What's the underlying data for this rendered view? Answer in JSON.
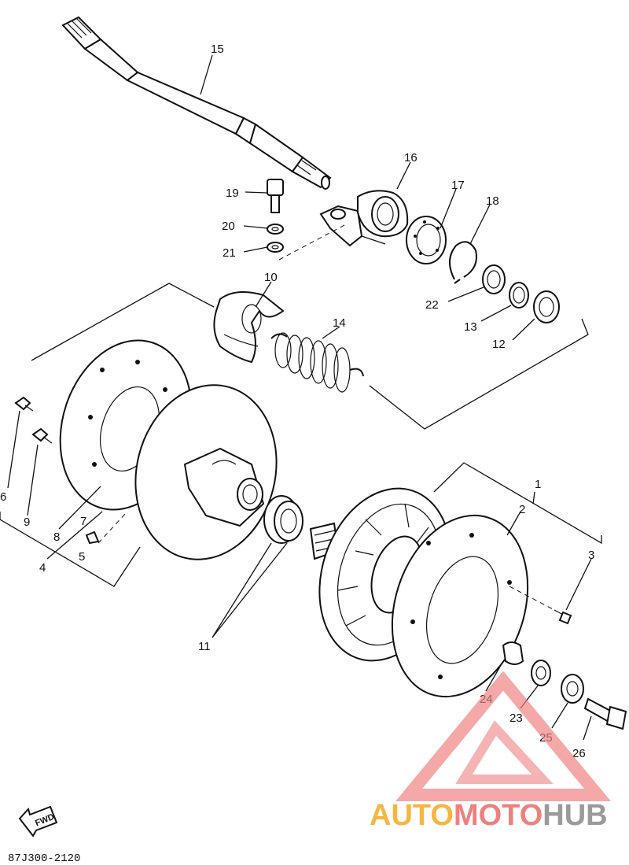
{
  "diagram": {
    "drawing_code": "87J300-2120",
    "fwd_label": "FWD",
    "labels": [
      {
        "id": "15",
        "text": "15"
      },
      {
        "id": "16",
        "text": "16"
      },
      {
        "id": "17",
        "text": "17"
      },
      {
        "id": "18",
        "text": "18"
      },
      {
        "id": "19",
        "text": "19"
      },
      {
        "id": "20",
        "text": "20"
      },
      {
        "id": "21",
        "text": "21"
      },
      {
        "id": "10",
        "text": "10"
      },
      {
        "id": "14",
        "text": "14"
      },
      {
        "id": "22",
        "text": "22"
      },
      {
        "id": "13",
        "text": "13"
      },
      {
        "id": "12",
        "text": "12"
      },
      {
        "id": "6",
        "text": "6"
      },
      {
        "id": "9",
        "text": "9"
      },
      {
        "id": "8",
        "text": "8"
      },
      {
        "id": "7",
        "text": "7"
      },
      {
        "id": "4",
        "text": "4"
      },
      {
        "id": "5",
        "text": "5"
      },
      {
        "id": "11",
        "text": "11"
      },
      {
        "id": "1",
        "text": "1"
      },
      {
        "id": "2",
        "text": "2"
      },
      {
        "id": "3",
        "text": "3"
      },
      {
        "id": "24",
        "text": "24"
      },
      {
        "id": "23",
        "text": "23"
      },
      {
        "id": "25",
        "text": "25"
      },
      {
        "id": "26",
        "text": "26"
      }
    ]
  },
  "watermark": {
    "part1": "AUTO",
    "part2": "MOTO",
    "part3": "HUB",
    "color_light": "#f5b642",
    "color_red": "#f08080",
    "color_gray": "#9a9a9a"
  }
}
